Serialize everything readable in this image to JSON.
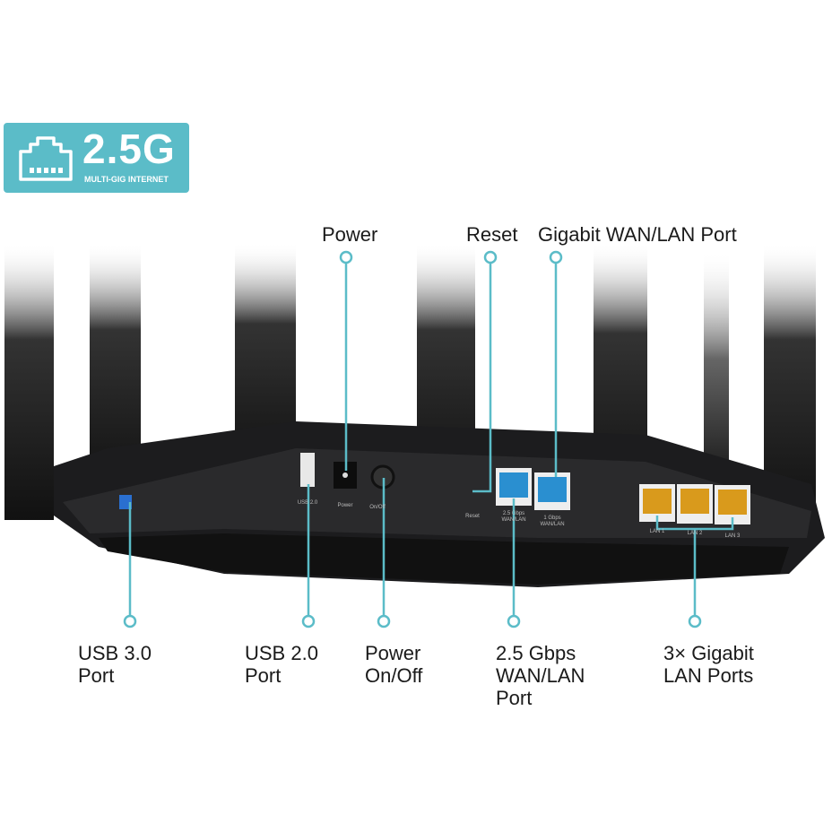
{
  "badge": {
    "icon": "ethernet-port-icon",
    "title": "2.5G",
    "subtitle": "MULTI-GIG INTERNET"
  },
  "top_labels": {
    "power": "Power",
    "reset": "Reset",
    "gigabit_wan_lan": "Gigabit WAN/LAN Port"
  },
  "bottom_labels": {
    "usb3": "USB 3.0\nPort",
    "usb2": "USB 2.0\nPort",
    "power_onoff": "Power\nOn/Off",
    "wan25": "2.5 Gbps\nWAN/LAN\nPort",
    "lan": "3× Gigabit\nLAN Ports"
  },
  "device_labels": {
    "usb2": "USB 2.0",
    "power": "Power",
    "onoff": "On/Off",
    "reset": "Reset",
    "wan25": "2.5 Gbps\nWAN/LAN",
    "wan1": "1 Gbps\nWAN/LAN",
    "lan1": "LAN 1",
    "lan2": "LAN 2",
    "lan3": "LAN 3"
  },
  "colors": {
    "accent": "#5bbcc8",
    "wan_port": "#2a8fd0",
    "lan_port": "#d99a1c",
    "body": "#1c1c1e"
  }
}
